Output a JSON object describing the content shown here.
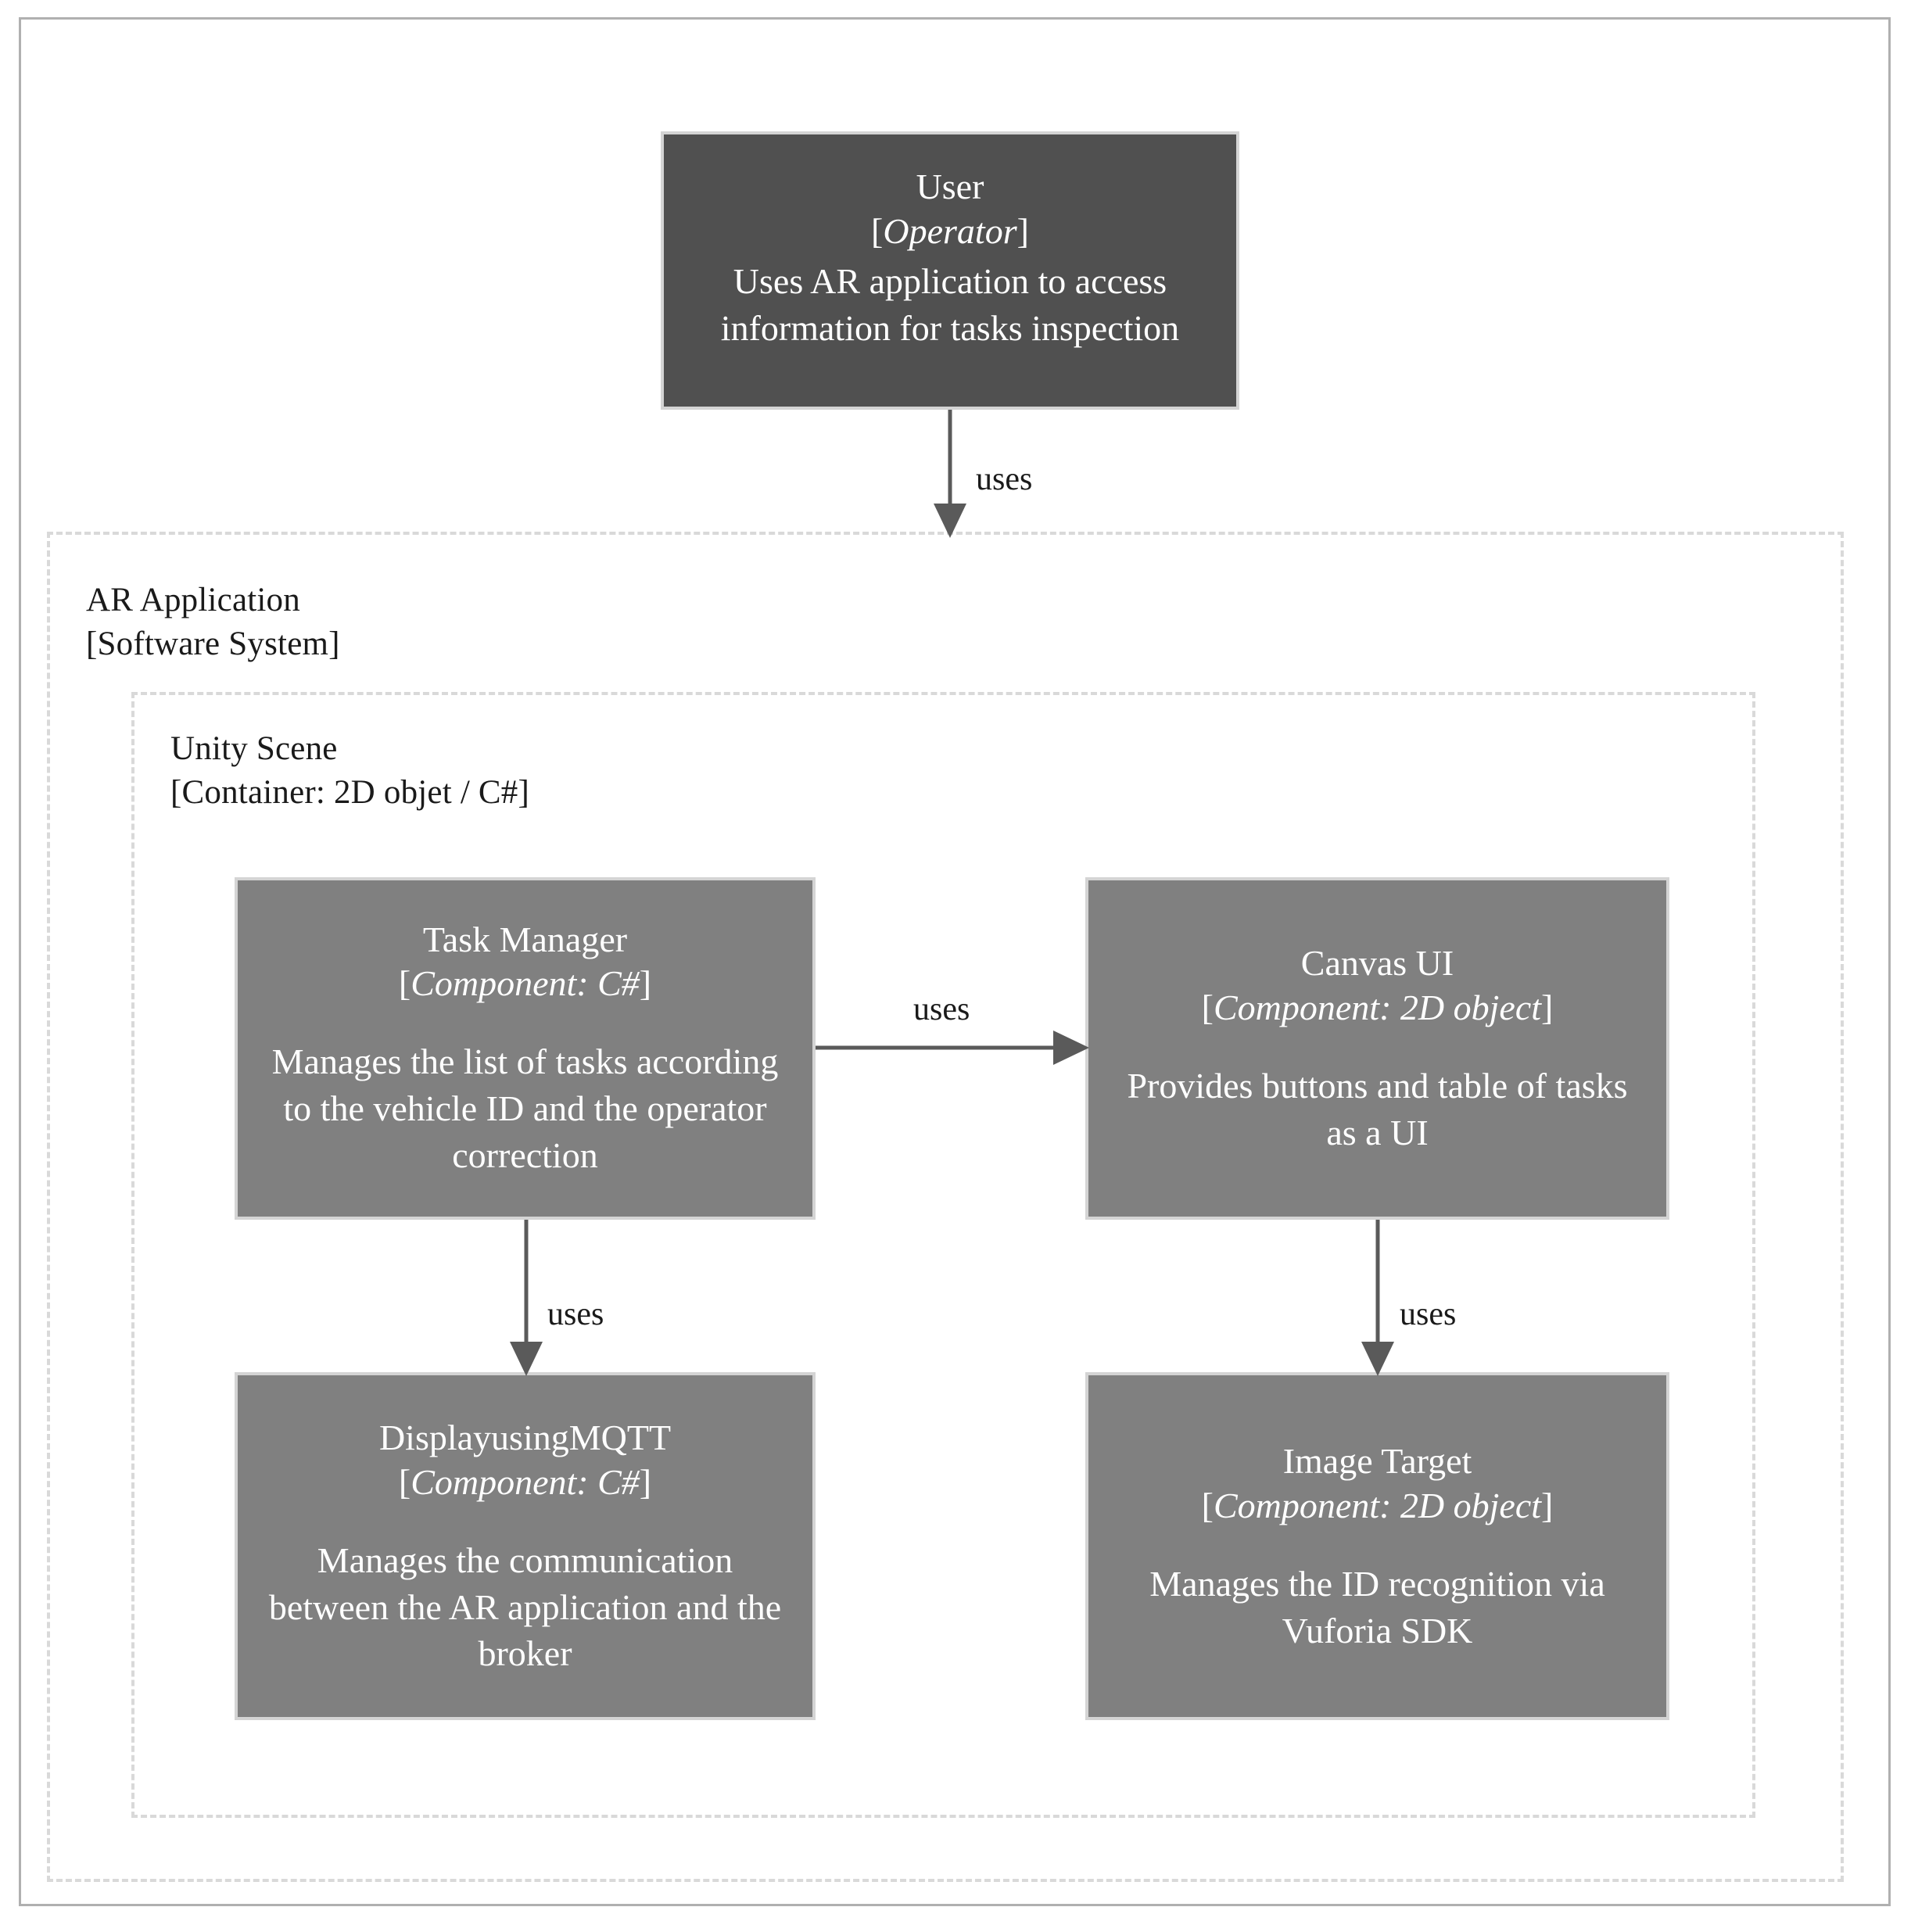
{
  "figure": {
    "type": "c4-component-diagram",
    "colors": {
      "person_box": "#505050",
      "component_box": "#808080",
      "box_border": "#d4d4d4",
      "boundary_dashed": "#d9d9d9",
      "frame": "#b0b0b0",
      "arrow": "#5a5a5a",
      "node_text": "#ffffff",
      "label_text": "#1a1a1a",
      "background": "#ffffff"
    }
  },
  "nodes": {
    "user": {
      "title": "User",
      "tech": "Operator",
      "tech_bracketed": "[Operator]",
      "description": "Uses AR application to access information for tasks inspection"
    },
    "task_manager": {
      "title": "Task Manager",
      "tech": "Component: C#",
      "tech_bracketed": "[Component: C#]",
      "description": "Manages the list of tasks according to the vehicle ID and the operator correction"
    },
    "canvas_ui": {
      "title": "Canvas UI",
      "tech": "Component: 2D object",
      "tech_bracketed": "[Component: 2D object]",
      "description": "Provides buttons and table of tasks as a UI"
    },
    "display_mqtt": {
      "title": "DisplayusingMQTT",
      "tech": "Component: C#",
      "tech_bracketed": "[Component: C#]",
      "description": "Manages the communication between the AR application and the broker"
    },
    "image_target": {
      "title": "Image Target",
      "tech": "Component: 2D object",
      "tech_bracketed": "[Component: 2D object]",
      "description": "Manages the ID recognition via Vuforia SDK"
    }
  },
  "boundaries": {
    "ar_application": {
      "title": "AR Application",
      "tech_bracketed": "[Software System]",
      "label": "AR Application\n[Software System]"
    },
    "unity_scene": {
      "title": "Unity Scene",
      "tech_bracketed": "[Container: 2D objet / C#]",
      "label": "Unity Scene\n[Container: 2D objet / C#]"
    }
  },
  "relationships": [
    {
      "id": "user-to-ar",
      "from": "user",
      "to": "ar_application",
      "label": "uses",
      "direction": "down"
    },
    {
      "id": "tm-to-canvas",
      "from": "task_manager",
      "to": "canvas_ui",
      "label": "uses",
      "direction": "right"
    },
    {
      "id": "tm-to-mqtt",
      "from": "task_manager",
      "to": "display_mqtt",
      "label": "uses",
      "direction": "down"
    },
    {
      "id": "canvas-to-it",
      "from": "canvas_ui",
      "to": "image_target",
      "label": "uses",
      "direction": "down"
    }
  ]
}
